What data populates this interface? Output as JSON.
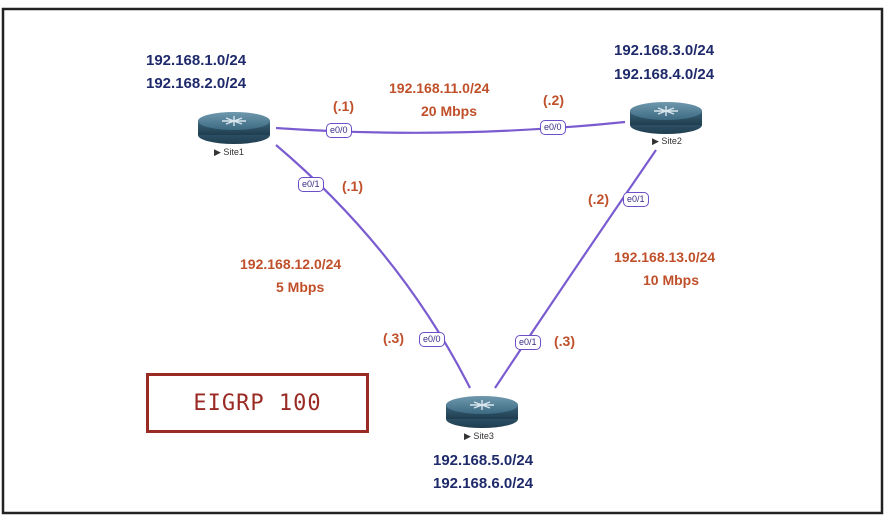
{
  "routers": {
    "site1": {
      "name": "Site1",
      "networks": [
        "192.168.1.0/24",
        "192.168.2.0/24"
      ]
    },
    "site2": {
      "name": "Site2",
      "networks": [
        "192.168.3.0/24",
        "192.168.4.0/24"
      ]
    },
    "site3": {
      "name": "Site3",
      "networks": [
        "192.168.5.0/24",
        "192.168.6.0/24"
      ]
    }
  },
  "links": {
    "s1_s2": {
      "subnet": "192.168.11.0/24",
      "bandwidth": "20 Mbps",
      "s1_ip": "(.1)",
      "s2_ip": "(.2)",
      "s1_iface": "e0/0",
      "s2_iface": "e0/0"
    },
    "s1_s3": {
      "subnet": "192.168.12.0/24",
      "bandwidth": "5 Mbps",
      "s1_ip": "(.1)",
      "s3_ip": "(.3)",
      "s1_iface": "e0/1",
      "s3_iface": "e0/0"
    },
    "s2_s3": {
      "subnet": "192.168.13.0/24",
      "bandwidth": "10 Mbps",
      "s2_ip": "(.2)",
      "s3_ip": "(.3)",
      "s2_iface": "e0/1",
      "s3_iface": "e0/1"
    }
  },
  "protocol_label": "EIGRP 100",
  "colors": {
    "link_line": "#7a5bd0",
    "label_orange": "#c0502a",
    "network_blue": "#1f2a6b",
    "eigrp_red": "#9a2a24",
    "router_blue": "#3f6f87"
  }
}
